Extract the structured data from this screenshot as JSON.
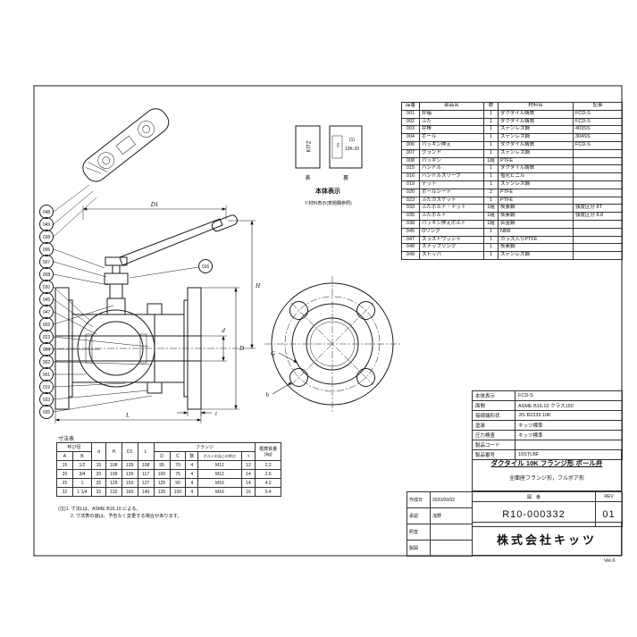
{
  "frame": {
    "ver": "Ver.6"
  },
  "parts_table": {
    "headers": [
      "品番",
      "部品名",
      "数",
      "材料名",
      "記事"
    ],
    "rows": [
      [
        "001",
        "弁箱",
        "1",
        "ダクタイル鋳鉄",
        "FCD-S"
      ],
      [
        "002",
        "ふた",
        "1",
        "ダクタイル鋳鉄",
        "FCD-S"
      ],
      [
        "003",
        "弁棒",
        "1",
        "ステンレス鋼",
        "403SS"
      ],
      [
        "004",
        "ボール",
        "1",
        "ステンレス鋼",
        "304SS"
      ],
      [
        "006",
        "パッキン押え",
        "1",
        "ダクタイル鋳鉄",
        "FCD-S"
      ],
      [
        "007",
        "グランド",
        "1",
        "ステンレス鋼",
        ""
      ],
      [
        "008",
        "パッキン",
        "1組",
        "PTFE",
        ""
      ],
      [
        "015",
        "ハンドル",
        "1",
        "ダクタイル鋳鉄",
        ""
      ],
      [
        "016",
        "ハンドルスリーブ",
        "1",
        "塩化ビニル",
        ""
      ],
      [
        "019",
        "ナット",
        "1",
        "ステンレス鋼",
        ""
      ],
      [
        "020",
        "ボールシート",
        "2",
        "PTFE",
        ""
      ],
      [
        "023",
        "ふたガスケット",
        "1",
        "PTFE",
        ""
      ],
      [
        "033",
        "ふたボルト・ナット",
        "1組",
        "炭素鋼",
        "強度区分 8T"
      ],
      [
        "035",
        "ふたボルト",
        "1組",
        "炭素鋼",
        "強度区分 8.8"
      ],
      [
        "038",
        "パッキン押えボルト",
        "1組",
        "合金鋼",
        ""
      ],
      [
        "045",
        "Oリング",
        "1",
        "NBR",
        ""
      ],
      [
        "047",
        "スラストワッシャ",
        "1",
        "ガラス入りPTFE",
        ""
      ],
      [
        "048",
        "スナップリング",
        "1",
        "炭素鋼",
        ""
      ],
      [
        "049",
        "ストッパ",
        "1",
        "ステンレス鋼",
        ""
      ]
    ]
  },
  "nameplate": {
    "kitz": "KITZ",
    "ss": "SS",
    "line1": "(1)",
    "line2": "10K-20",
    "front": "表",
    "back": "裏",
    "caption1": "本体表示",
    "caption2": "※材料表示(表題欄参照)"
  },
  "dims": {
    "d1": "D1",
    "h": "H",
    "d": "d",
    "dd": "D",
    "l": "L",
    "t": "t",
    "g": "G",
    "hole": "h"
  },
  "balloons": {
    "left": [
      "048",
      "049",
      "038",
      "006",
      "007",
      "008",
      "020",
      "045",
      "047",
      "003",
      "023",
      "004",
      "002",
      "001",
      "019",
      "033",
      "035"
    ],
    "stem": "016"
  },
  "dim_table": {
    "caption": "寸法表",
    "headers": {
      "nominal": "呼び径",
      "a": "A",
      "b": "B",
      "d": "d",
      "h": "H",
      "d1": "D1",
      "l": "L",
      "flange": "フランジ",
      "dd": "D",
      "c": "C",
      "n": "数",
      "thread": "ボルトのねじの呼び",
      "t": "t",
      "mass1": "概算質量",
      "mass2": "(kg)"
    },
    "rows": [
      [
        "15",
        "1/2",
        "15",
        "108",
        "135",
        "108",
        "95",
        "70",
        "4",
        "M12",
        "12",
        "2.2"
      ],
      [
        "20",
        "3/4",
        "20",
        "109",
        "139",
        "117",
        "100",
        "75",
        "4",
        "M12",
        "14",
        "2.6"
      ],
      [
        "25",
        "1",
        "25",
        "129",
        "150",
        "127",
        "125",
        "90",
        "4",
        "M16",
        "14",
        "4.2"
      ],
      [
        "32",
        "1 1/4",
        "32",
        "132",
        "160",
        "140",
        "135",
        "100",
        "4",
        "M16",
        "16",
        "5.4"
      ]
    ],
    "notes": [
      "(注)1. 寸法Lは、ASME B16.10 による。",
      "2. 寸法表の値は、予告なく変更する場合があります。"
    ]
  },
  "title_block": {
    "specs": [
      [
        "本体表示",
        "FCD-S"
      ],
      [
        "面間",
        "ASME B16.10 クラス150"
      ],
      [
        "接続端形状",
        "JIS B2239 10K"
      ],
      [
        "塗装",
        "キッツ標準"
      ],
      [
        "圧力検査",
        "キッツ標準"
      ],
      [
        "製品コード",
        ""
      ],
      [
        "製品番号",
        "10STLBF"
      ]
    ],
    "title": "ダクタイル 10K フランジ形 ボール弁",
    "subtitle": "全面座フランジ形，フルボア形",
    "zuban_label": "図　番",
    "zuban": "R10-000332",
    "rev_label": "REV",
    "rev": "01",
    "company": "株式会社キッツ",
    "approvals": [
      [
        "作成日",
        "2020/09/02"
      ],
      [
        "承認",
        "浅野"
      ],
      [
        "照査",
        ""
      ],
      [
        "製図",
        ""
      ]
    ]
  }
}
